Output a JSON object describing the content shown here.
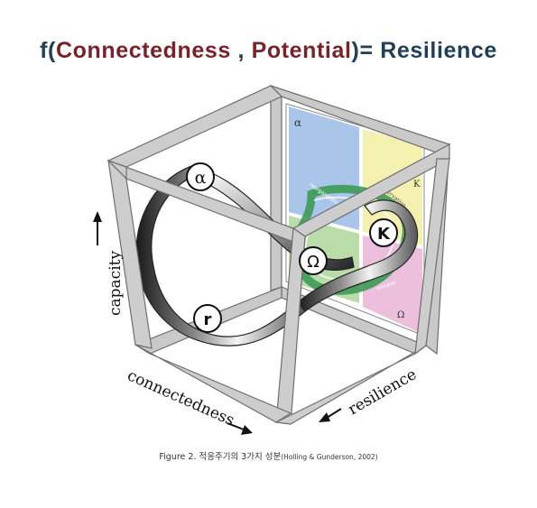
{
  "title": {
    "prefix": "f(",
    "term1": "Connectedness",
    "separator": " , ",
    "term2": "Potential",
    "suffix": ")= ",
    "result": "Resilience"
  },
  "diagram": {
    "axis_labels": {
      "capacity": "capacity",
      "connectedness": "connectedness",
      "resilience": "resilience"
    },
    "phase_labels": {
      "alpha": "α",
      "omega": "Ω",
      "kappa": "K",
      "r": "r"
    },
    "panel_labels": {
      "alpha_small": "α",
      "omega_small": "Ω",
      "k_small": "K",
      "reorganization": "reorganization",
      "conservation": "conservation",
      "release": "release"
    },
    "colors": {
      "frame": "#c8c8c8",
      "frame_edge": "#6e6e6e",
      "panel_blue": "#a9c6ea",
      "panel_yellow": "#f3f0b0",
      "panel_green": "#b9dca9",
      "panel_pink": "#ecc0dd",
      "loop_green": "#3c9a55"
    }
  },
  "caption": {
    "main": "Figure 2. 적응주기의 3가지 성분",
    "citation": "(Holling & Gunderson, 2002)"
  }
}
